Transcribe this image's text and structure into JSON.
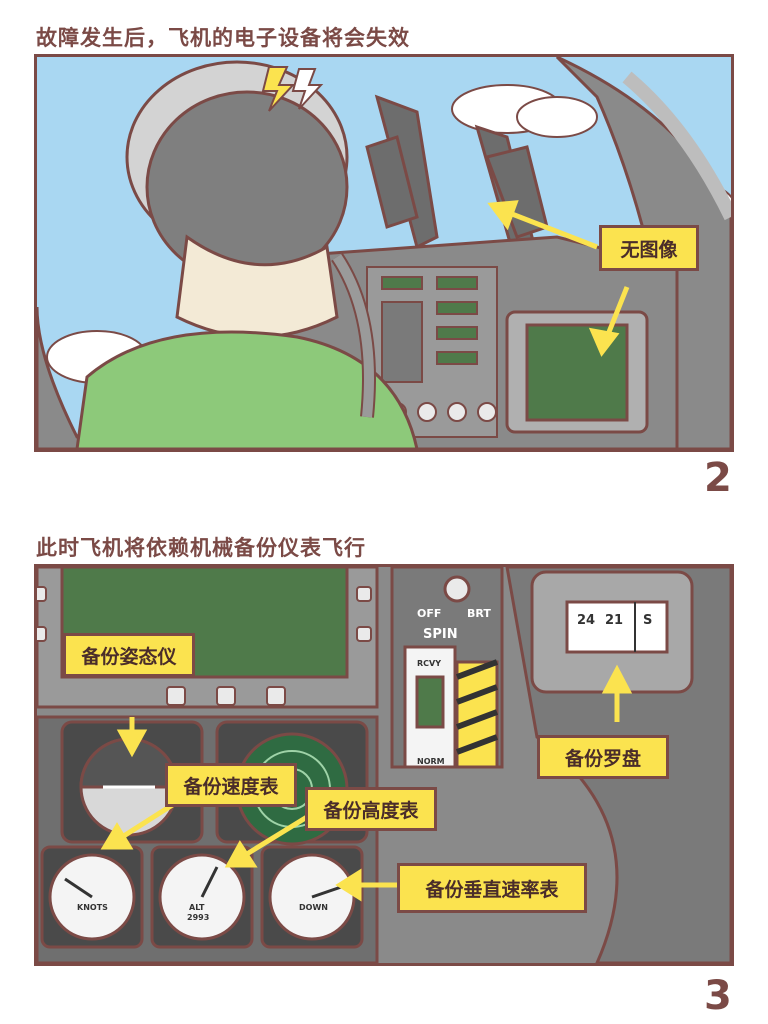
{
  "panel2": {
    "caption": "故障发生后，飞机的电子设备将会失效",
    "callout": "无图像",
    "page_number": "2"
  },
  "panel3": {
    "caption": "此时飞机将依赖机械备份仪表飞行",
    "callouts": {
      "attitude": "备份姿态仪",
      "airspeed": "备份速度表",
      "altimeter": "备份高度表",
      "compass": "备份罗盘",
      "vsi": "备份垂直速率表"
    },
    "panel_text": {
      "off": "OFF",
      "brt": "BRT",
      "spin": "SPIN",
      "rcvy": "RCVY",
      "norm": "NORM",
      "compass_24": "24",
      "compass_21": "21",
      "compass_s": "S",
      "knots": "KNOTS",
      "alt": "ALT",
      "alt_value": "2993",
      "down": "DOWN"
    },
    "page_number": "3"
  },
  "colors": {
    "outline": "#7b4a46",
    "callout_fill": "#fbe34f",
    "sky": "#a9d7f2",
    "screen": "#4f7a4a",
    "panel_gray": "#8a8a8a",
    "shirt": "#8dc97a"
  }
}
